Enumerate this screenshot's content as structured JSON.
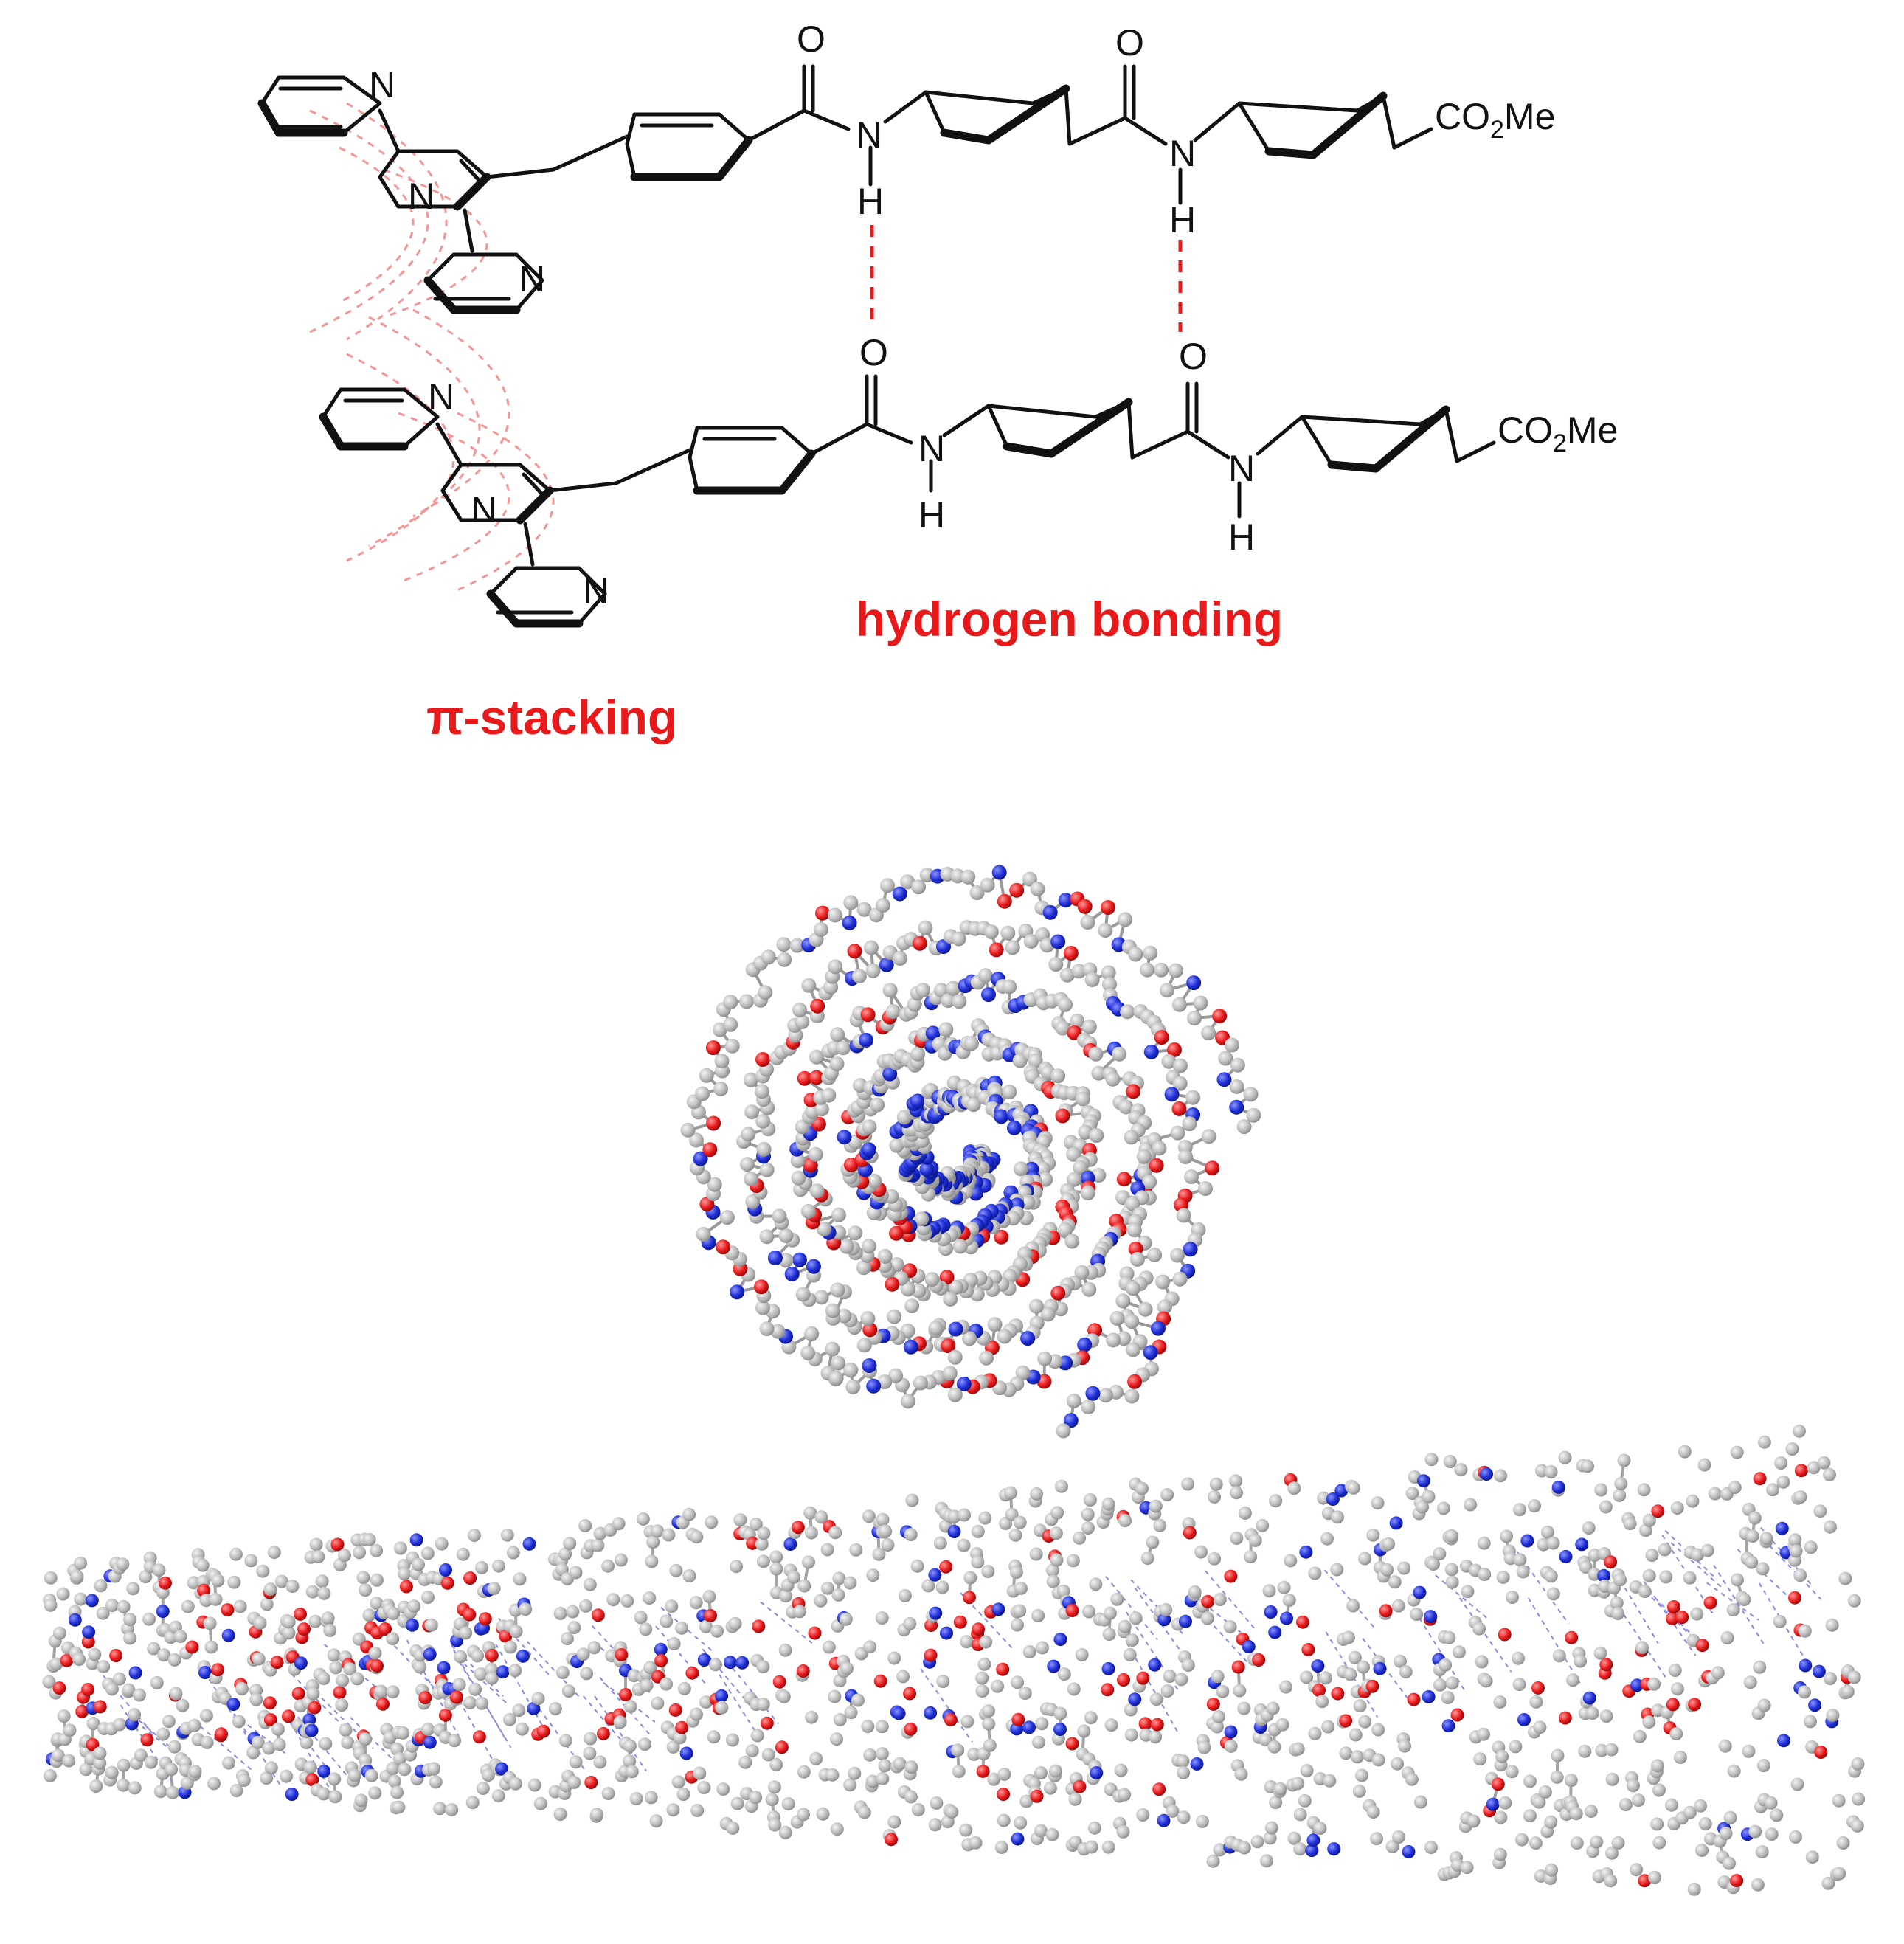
{
  "labels": {
    "pi_stacking": "π-stacking",
    "hydrogen_bonding": "hydrogen bonding"
  },
  "atoms": {
    "n": "N",
    "h": "H",
    "o": "O",
    "co2me_prefix": "CO",
    "co2me_sub": "2",
    "co2me_suffix": "Me"
  },
  "colors": {
    "bond": "#111111",
    "label_red": "#e8191b",
    "interaction_red": "#e8191b",
    "atom_carbon": "#b8b8b8",
    "atom_nitrogen": "#1f2fd6",
    "atom_oxygen": "#e8191b",
    "hbond_dash": "#8a8ae0"
  }
}
